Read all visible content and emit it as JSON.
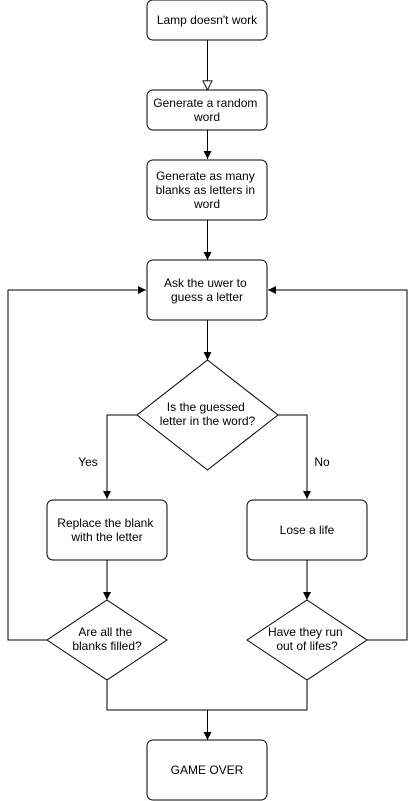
{
  "nodes": {
    "start": {
      "lines": [
        "Lamp doesn't work"
      ]
    },
    "random_word": {
      "lines": [
        "Generate a random",
        "word"
      ]
    },
    "blanks": {
      "lines": [
        "Generate as many",
        "blanks as letters in",
        "word"
      ]
    },
    "ask": {
      "lines": [
        "Ask the uwer to",
        "guess a letter"
      ]
    },
    "decision_in_word": {
      "lines": [
        "Is the guessed",
        "letter in the word?"
      ]
    },
    "replace": {
      "lines": [
        "Replace the blank",
        "with the letter"
      ]
    },
    "lose_life": {
      "lines": [
        "Lose a life"
      ]
    },
    "all_filled": {
      "lines": [
        "Are all the",
        "blanks filled?"
      ]
    },
    "out_of_lives": {
      "lines": [
        "Have they run",
        "out of lifes?"
      ]
    },
    "game_over": {
      "lines": [
        "GAME OVER"
      ]
    }
  },
  "edges": {
    "yes_label": "Yes",
    "no_label": "No"
  }
}
